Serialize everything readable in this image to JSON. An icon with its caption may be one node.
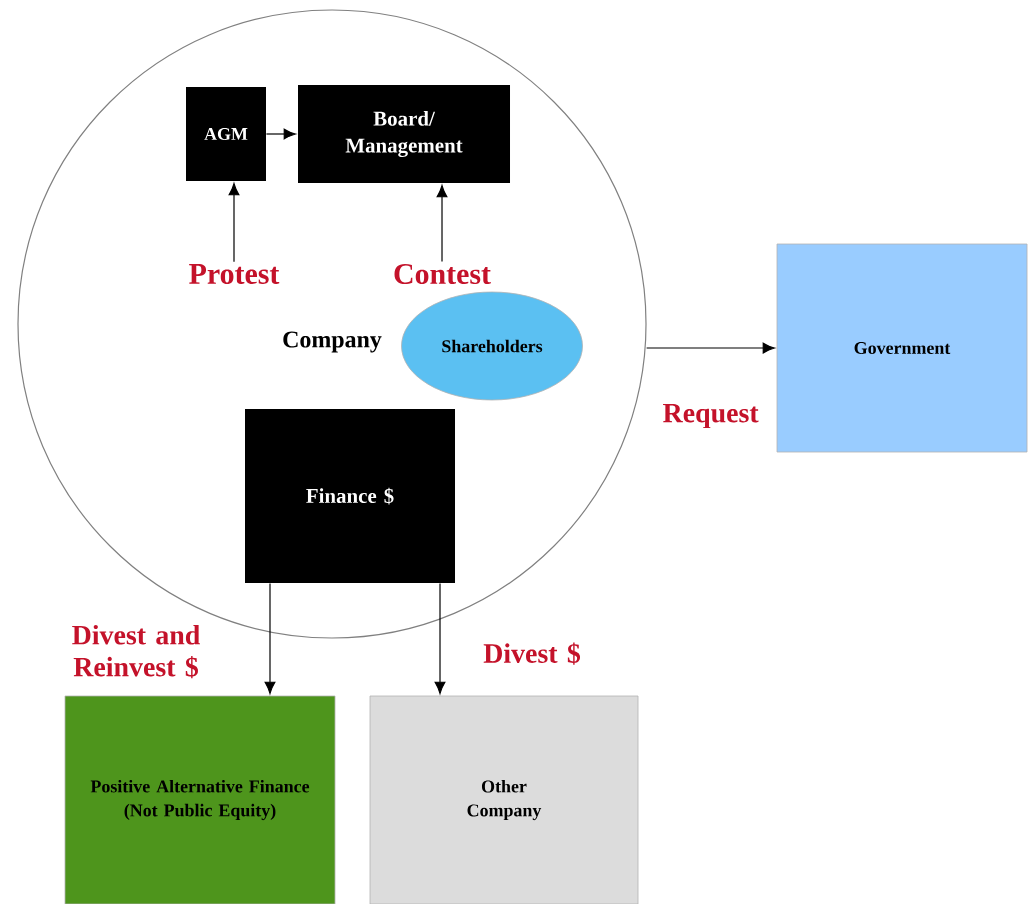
{
  "diagram": {
    "nodes": [
      {
        "text": [
          "Company"
        ]
      },
      {
        "text": [
          "AGM"
        ],
        "in": 0
      },
      {
        "text": [
          "Board/ Management"
        ],
        "in": 0
      },
      {
        "text": [
          "Protest"
        ],
        "in": 0
      },
      {
        "text": [
          "Contest"
        ],
        "in": 0
      },
      {
        "text": [
          "Shareholders"
        ],
        "in": 0
      },
      {
        "text": [
          "Finance $"
        ],
        "in": 0
      },
      {
        "text": [
          "Government"
        ]
      },
      {
        "text": [
          "Positive Alternative Finance (Not Public Equity)"
        ]
      },
      {
        "text": [
          "Other Company"
        ]
      }
    ],
    "edges": [
      {
        "from": 1,
        "to": 2,
        "arrow": "to"
      },
      {
        "from": 3,
        "to": 1,
        "arrow": "to"
      },
      {
        "from": 4,
        "to": 2,
        "arrow": "to"
      },
      {
        "from": 0,
        "to": 7,
        "arrow": "to",
        "label": "Request"
      },
      {
        "from": 6,
        "to": 8,
        "arrow": "to",
        "label": "Divest and Reinvest $"
      },
      {
        "from": 6,
        "to": 9,
        "arrow": "to",
        "label": "Divest $"
      }
    ]
  }
}
